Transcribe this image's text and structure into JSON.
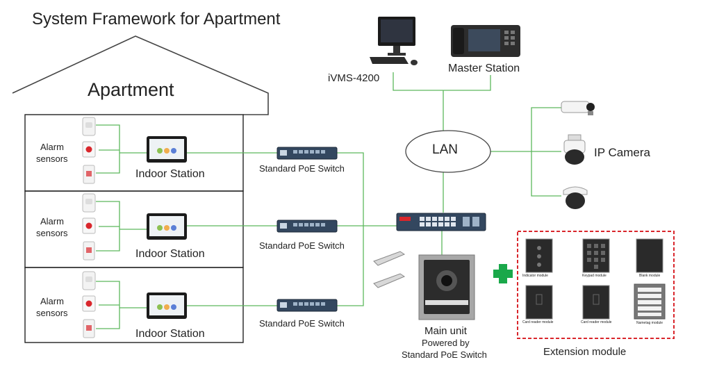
{
  "title": "System Framework for Apartment",
  "apartment_label": "Apartment",
  "floors": [
    {
      "alarm_label_line1": "Alarm",
      "alarm_label_line2": "sensors",
      "indoor_label": "Indoor Station",
      "switch_label": "Standard PoE Switch"
    },
    {
      "alarm_label_line1": "Alarm",
      "alarm_label_line2": "sensors",
      "indoor_label": "Indoor Station",
      "switch_label": "Standard PoE Switch"
    },
    {
      "alarm_label_line1": "Alarm",
      "alarm_label_line2": "sensors",
      "indoor_label": "Indoor Station",
      "switch_label": "Standard PoE Switch"
    }
  ],
  "ivms_label": "iVMS-4200",
  "master_label": "Master Station",
  "lan_label": "LAN",
  "ipcam_label": "IP Camera",
  "main_unit": {
    "line1": "Main unit",
    "line2": "Powered by",
    "line3": "Standard PoE Switch"
  },
  "extension_label": "Extension module",
  "modules": [
    "Indicator module",
    "Keypad module",
    "Blank module",
    "Card reader module",
    "Card reader module",
    "Nametag module"
  ],
  "colors": {
    "wire": "#5cb85c",
    "plus": "#1aa84a",
    "ext_border": "#d9262c"
  }
}
